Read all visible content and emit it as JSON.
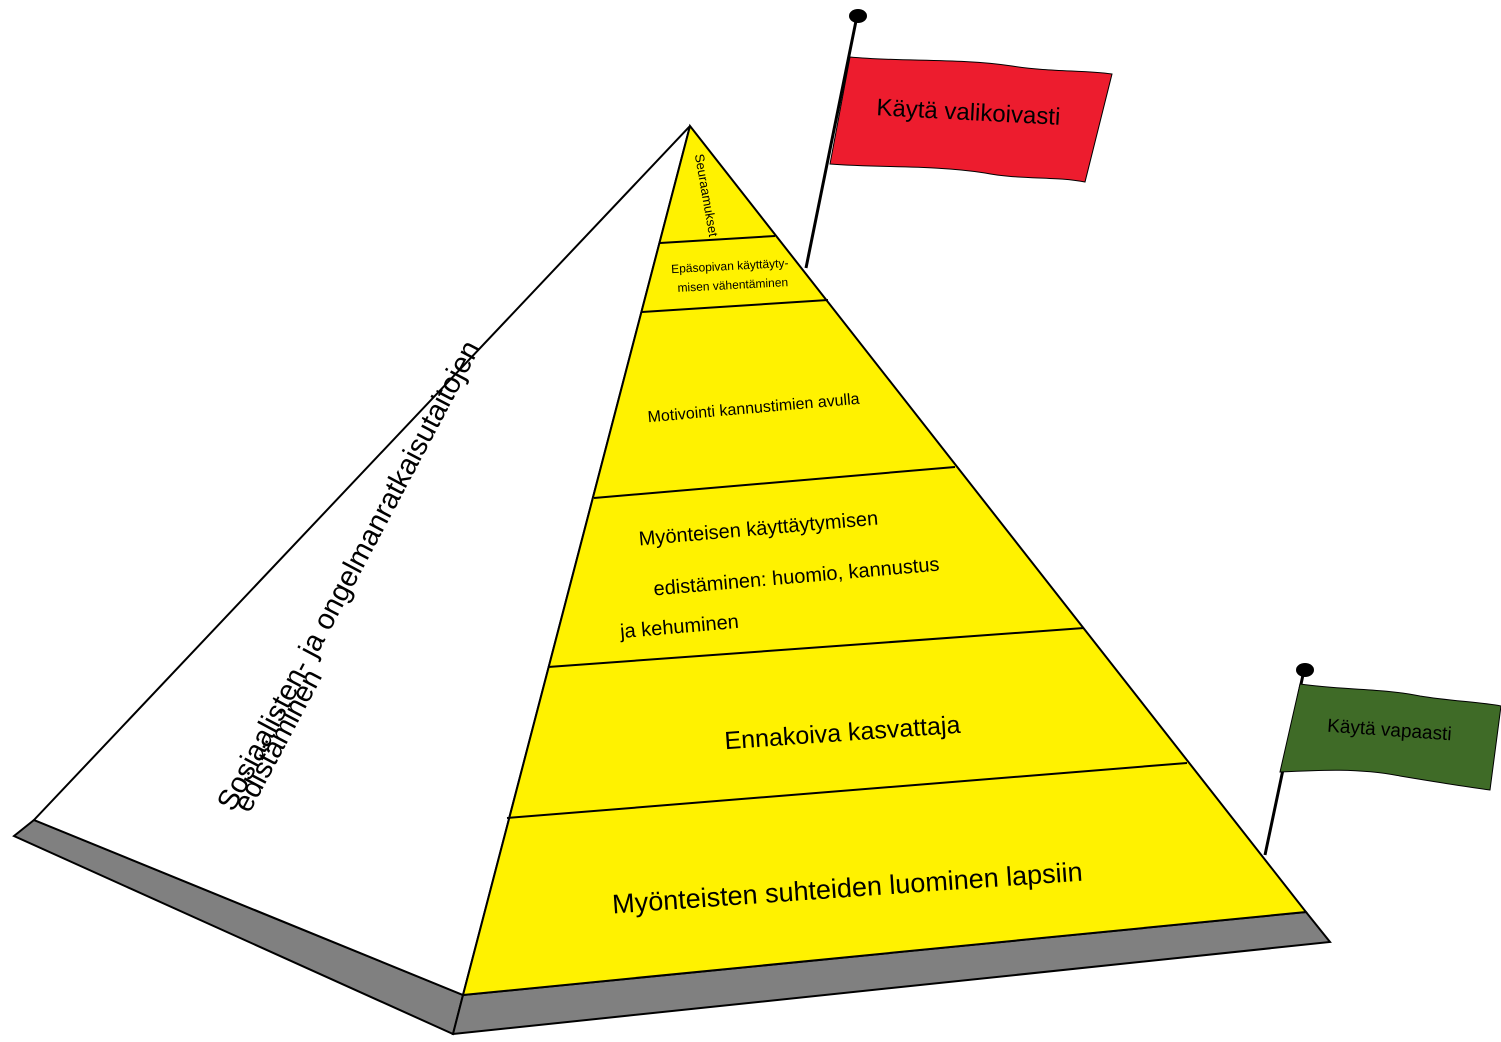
{
  "side_face": {
    "line1": "Sosiaalisten- ja ongelmanratkaisutaitojen",
    "line2": "edistäminen"
  },
  "levels": [
    {
      "id": "level-1",
      "lines": [
        "Seuraamukset"
      ]
    },
    {
      "id": "level-2",
      "lines": [
        "Epäsopivan käyttäyty-",
        "misen vähentäminen"
      ]
    },
    {
      "id": "level-3",
      "lines": [
        "Motivointi kannustimien avulla"
      ]
    },
    {
      "id": "level-4",
      "lines": [
        "Myönteisen käyttäytymisen",
        "edistäminen: huomio, kannustus",
        "ja kehuminen"
      ]
    },
    {
      "id": "level-5",
      "lines": [
        "Ennakoiva kasvattaja"
      ]
    },
    {
      "id": "level-6",
      "lines": [
        "Myönteisten suhteiden luominen lapsiin"
      ]
    }
  ],
  "flags": {
    "top": {
      "label": "Käytä valikoivasti",
      "color": "#ed1c2e"
    },
    "bottom": {
      "label": "Käytä vapaasti",
      "color": "#3f6b27"
    }
  },
  "colors": {
    "front_face": "#fff200",
    "side_face": "#ffffff",
    "base": "#808080",
    "outline": "#000000"
  }
}
